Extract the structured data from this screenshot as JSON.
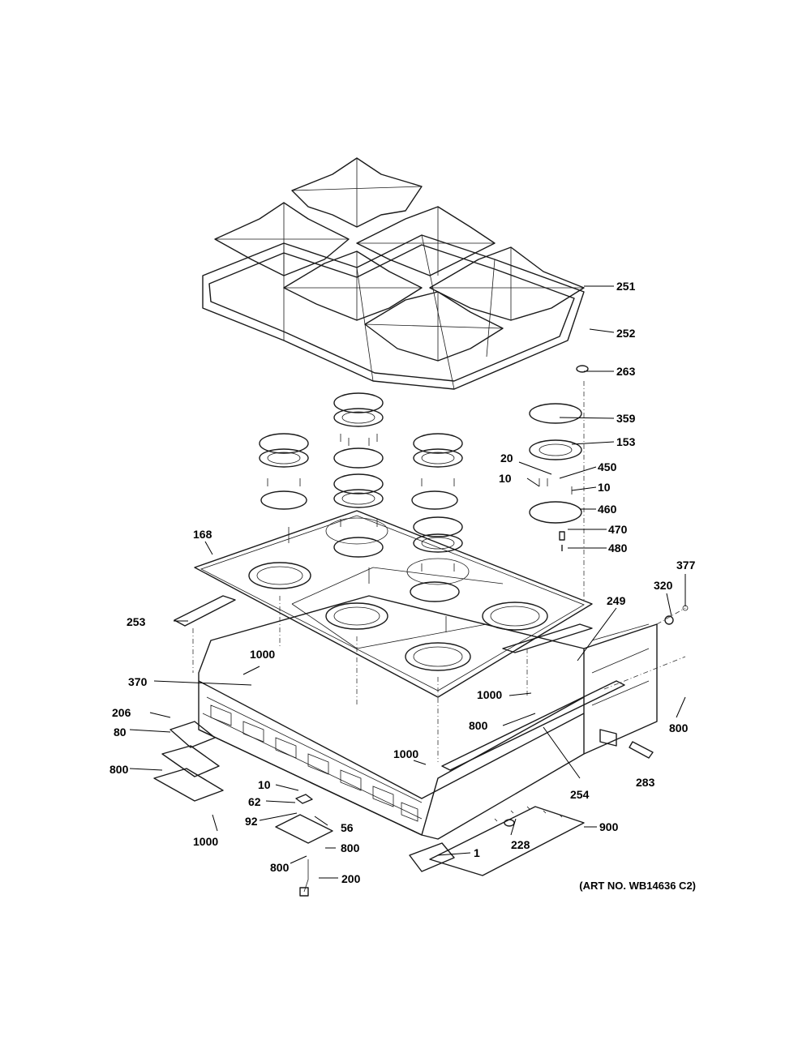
{
  "caption": "(ART NO. WB14636 C2)",
  "callouts": [
    "251",
    "252",
    "263",
    "359",
    "153",
    "20",
    "450",
    "10",
    "10",
    "460",
    "470",
    "480",
    "168",
    "377",
    "320",
    "249",
    "253",
    "1000",
    "370",
    "1000",
    "206",
    "800",
    "800",
    "80",
    "800",
    "1000",
    "10",
    "62",
    "92",
    "56",
    "800",
    "800",
    "200",
    "254",
    "283",
    "228",
    "900",
    "1",
    "1000"
  ]
}
